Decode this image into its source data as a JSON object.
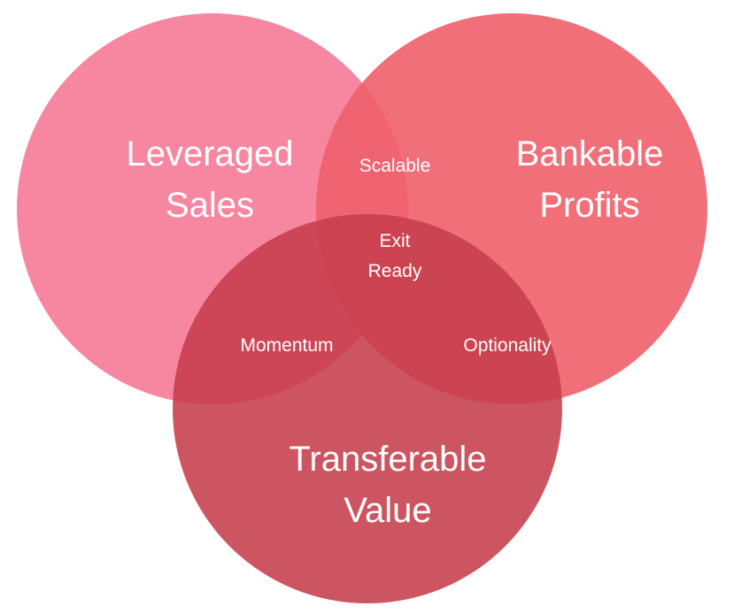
{
  "colors": {
    "background": "#ffffff",
    "circle_left": "#f77f9c",
    "circle_right": "#ee5f6a",
    "circle_bottom": "#c63e4c",
    "label_text": "#ffffff"
  },
  "circles": {
    "left": {
      "line1": "Leveraged",
      "line2": "Sales"
    },
    "right": {
      "line1": "Bankable",
      "line2": "Profits"
    },
    "bottom": {
      "line1": "Transferable",
      "line2": "Value"
    }
  },
  "overlaps": {
    "left_right": "Scalable",
    "left_bottom": "Momentum",
    "right_bottom": "Optionality",
    "center": {
      "line1": "Exit",
      "line2": "Ready"
    }
  }
}
